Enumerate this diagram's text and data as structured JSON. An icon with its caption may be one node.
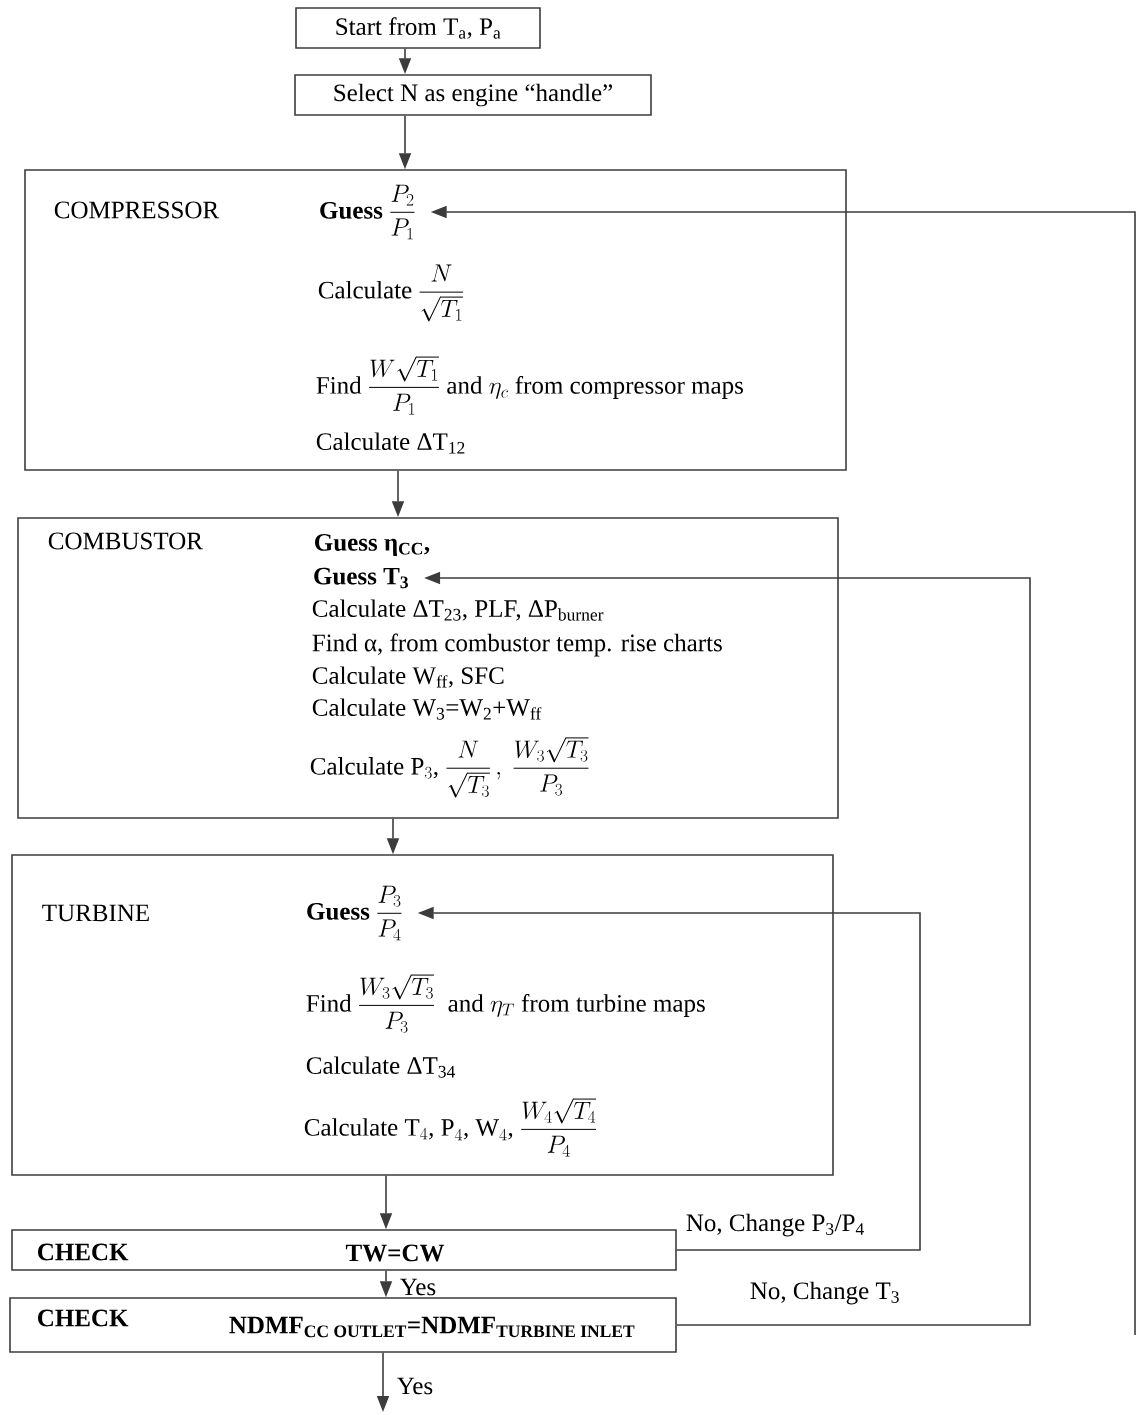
{
  "diagram": {
    "nodes": [
      {
        "text": [
          "Start from T$_{a}$, P$_{a}$"
        ]
      },
      {
        "text": [
          "Select N as engine “handle”"
        ]
      },
      {
        "text": [
          "COMPRESSOR",
          "\\text{Calculate }\\dfrac{N}{\\sqrt{T_1}}",
          "\\text{Find }\\dfrac{W\\sqrt{T_1}}{P_1}\\text{ and }\\eta_c\\text{ from compressor maps}",
          "Calculate ΔT$_{12}$"
        ]
      },
      {
        "text": [
          "\\textbf{Guess}\\ \\dfrac{P_2}{P_1}"
        ],
        "in": 2
      },
      {
        "text": [
          "COMBUSTOR",
          "Guess η$_{CC}$,",
          "Calculate ΔT$_{23}$, PLF, ΔP$_{burner}$",
          "Find α, from combustor temp. rise charts",
          "Calculate  W$_{ff}$, SFC",
          "Calculate W$_{3}$=W$_{2}$+W$_{ff}$",
          "\\text{Calculate P}_3\\text{, }\\dfrac{N}{\\sqrt{T_3}}\\,,\\ \\dfrac{W_3\\sqrt{T_3}}{P_3}"
        ]
      },
      {
        "text": [
          "Guess T$_{3}$"
        ],
        "in": 4
      },
      {
        "text": [
          "TURBINE",
          "\\text{Find }\\dfrac{W_3\\sqrt{T_3}}{P_3}\\text{ \\ and }\\eta_T\\text{ from turbine maps}",
          "Calculate ΔT$_{34}$",
          "\\text{Calculate T}_4\\text{, P}_4\\text{, W}_4\\text{, }\\dfrac{W_4\\sqrt{T_4}}{P_4}"
        ]
      },
      {
        "text": [
          "\\textbf{Guess}\\ \\dfrac{P_3}{P_4}"
        ],
        "in": 6
      },
      {
        "text": [
          "CHECK",
          "TW=CW"
        ]
      },
      {
        "text": [
          "CHECK",
          "\\text{\\bfseries NDMF}_{\\text{\\bfseries CC OUTLET}}\\text{\\bfseries =NDMF}_{\\text{\\bfseries TURBINE INLET}}"
        ]
      }
    ],
    "edges": [
      {
        "from": 0,
        "to": 1,
        "arrow": "to"
      },
      {
        "from": 1,
        "to": 2,
        "arrow": "to"
      },
      {
        "from": 2,
        "to": 4,
        "arrow": "to"
      },
      {
        "from": 4,
        "to": 6,
        "arrow": "to"
      },
      {
        "from": 6,
        "to": 8,
        "arrow": "to"
      },
      {
        "from": 8,
        "to": 9,
        "arrow": "to",
        "label": "Yes"
      },
      {
        "from": 9,
        "to": null,
        "arrow": "to",
        "label": "Yes"
      },
      {
        "from": 8,
        "to": 7,
        "arrow": "to",
        "label": "No, Change P$_{3}$/P$_{4}$"
      },
      {
        "from": 9,
        "to": 5,
        "arrow": "to",
        "label": "No, Change T$_{3}$"
      },
      {
        "from": null,
        "to": 3,
        "arrow": "to"
      }
    ]
  }
}
